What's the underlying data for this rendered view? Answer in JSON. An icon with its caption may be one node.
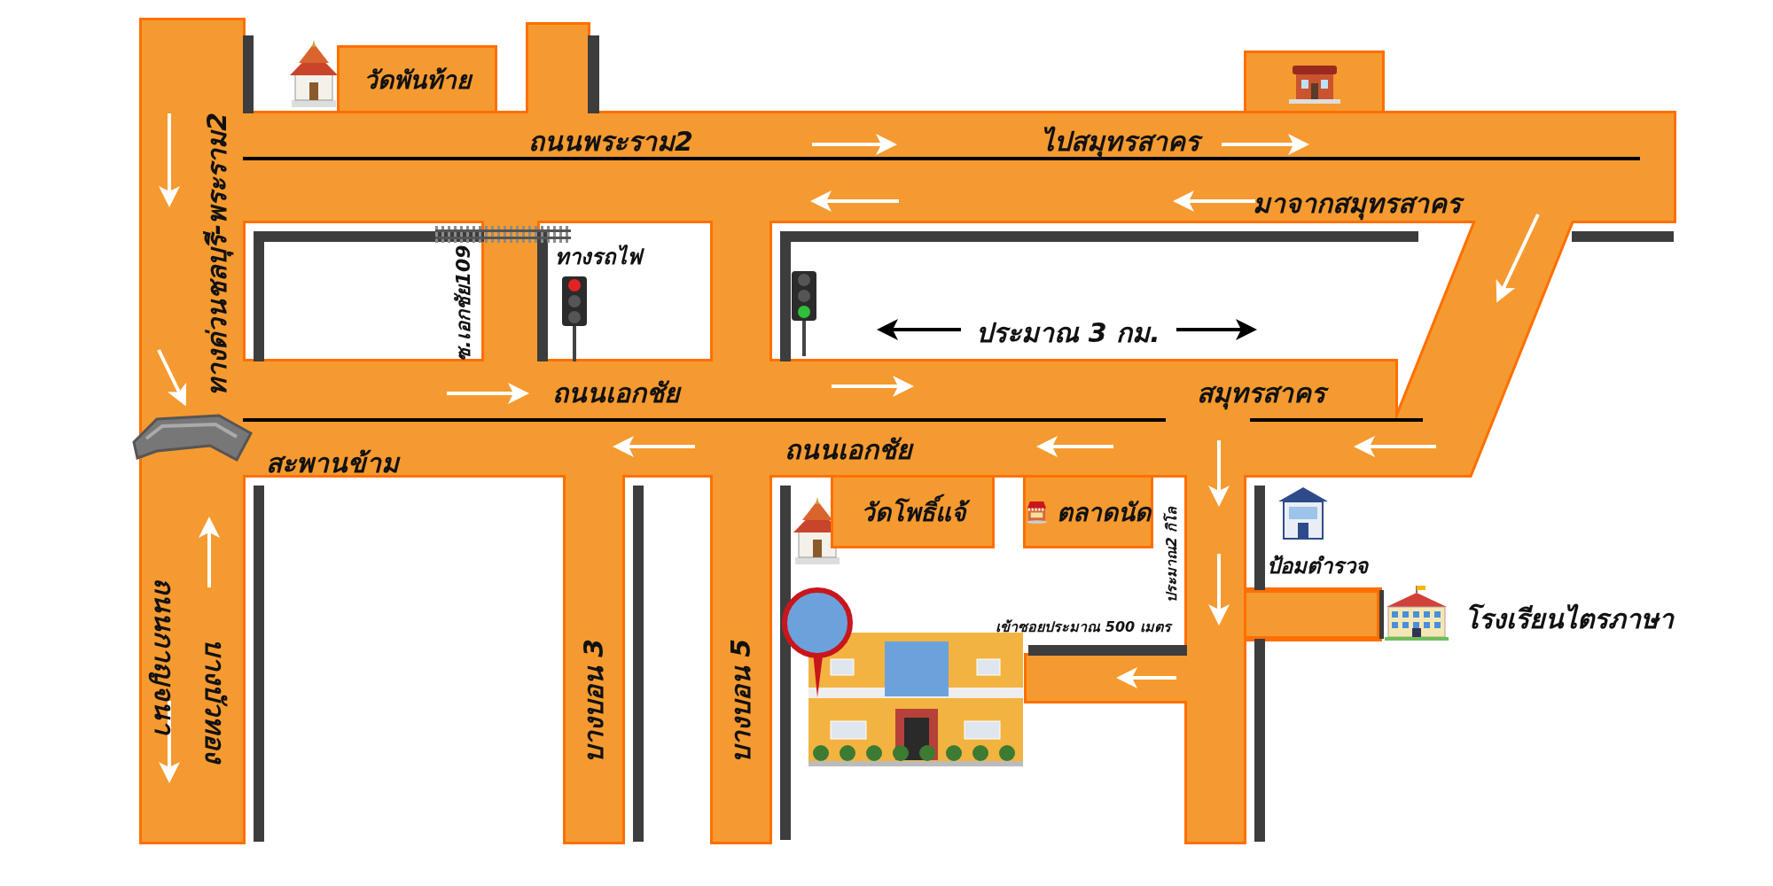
{
  "diagram": {
    "nodes": [
      {
        "text": [
          "วัดพันท้าย"
        ]
      },
      {
        "text": [],
        "shape": "box"
      },
      {
        "text": [
          "วัดโพธิ์แจ้"
        ]
      },
      {
        "text": [
          "ตลาดนัด"
        ]
      }
    ],
    "labels": [
      "ทางด่วนชลบุรี-พระราม2",
      "ถนนพระราม2",
      "ไปสมุทรสาคร",
      "มาจากสมุทรสาคร",
      "ทางรถไฟ",
      "ซ.เอกชัย109",
      "ประมาณ 3 กม.",
      "ถนนเอกชัย",
      "สมุทรสาคร",
      "สะพานข้าม",
      "ถนนเอกชัย",
      "ป้อมตำรวจ",
      "ประมาณ2 กิโล",
      "ถนนกาญจนา",
      "บางบัวทอง",
      "บางบอน 3",
      "บางบอน 5",
      "เข้าซอยประมาณ 500 เมตร",
      "โรงเรียนไตรภาษา"
    ]
  }
}
